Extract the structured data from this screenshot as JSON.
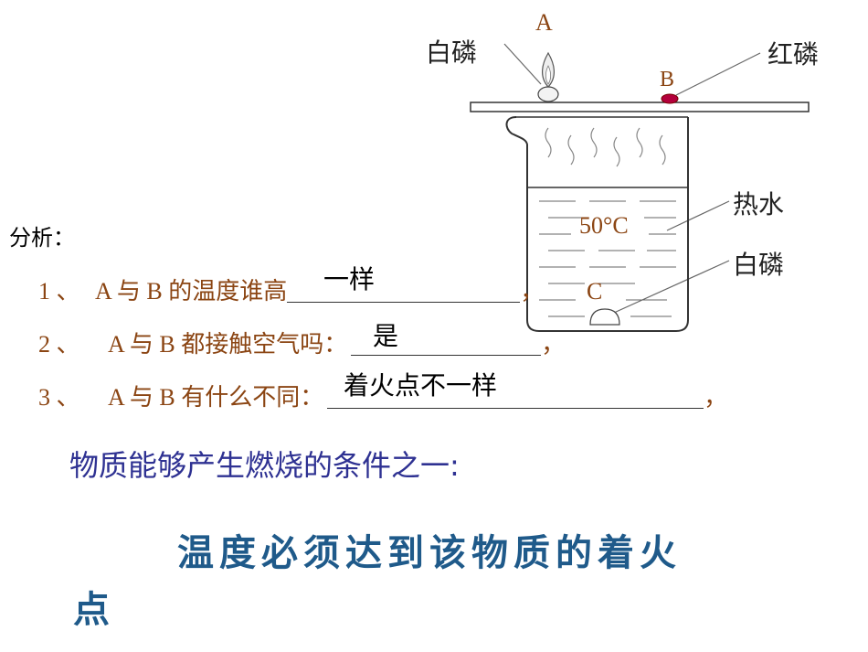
{
  "diagram": {
    "label_a": "A",
    "label_b": "B",
    "label_c": "C",
    "white_phosphorus_top": "白磷",
    "red_phosphorus": "红磷",
    "hot_water": "热水",
    "temperature": "50°C",
    "white_phosphorus_bottom": "白磷"
  },
  "analysis": {
    "heading": "分析：",
    "q1": {
      "num": "1 、",
      "text": "A 与 B 的温度谁高",
      "answer": "一样",
      "end": "，"
    },
    "q2": {
      "num": "2 、",
      "text": "A 与 B 都接触空气吗：",
      "answer": "是",
      "end": "，"
    },
    "q3": {
      "num": "3 、",
      "text": "A 与 B 有什么不同：",
      "answer": "着火点不一样",
      "end": "，"
    }
  },
  "conclusion": {
    "line1": "物质能够产生燃烧的条件之一:",
    "line2": "温度必须达到该物质的着火",
    "line3": "点"
  },
  "colors": {
    "brown": "#8B4513",
    "navy": "#2E3192",
    "teal": "#1F5A8A"
  }
}
